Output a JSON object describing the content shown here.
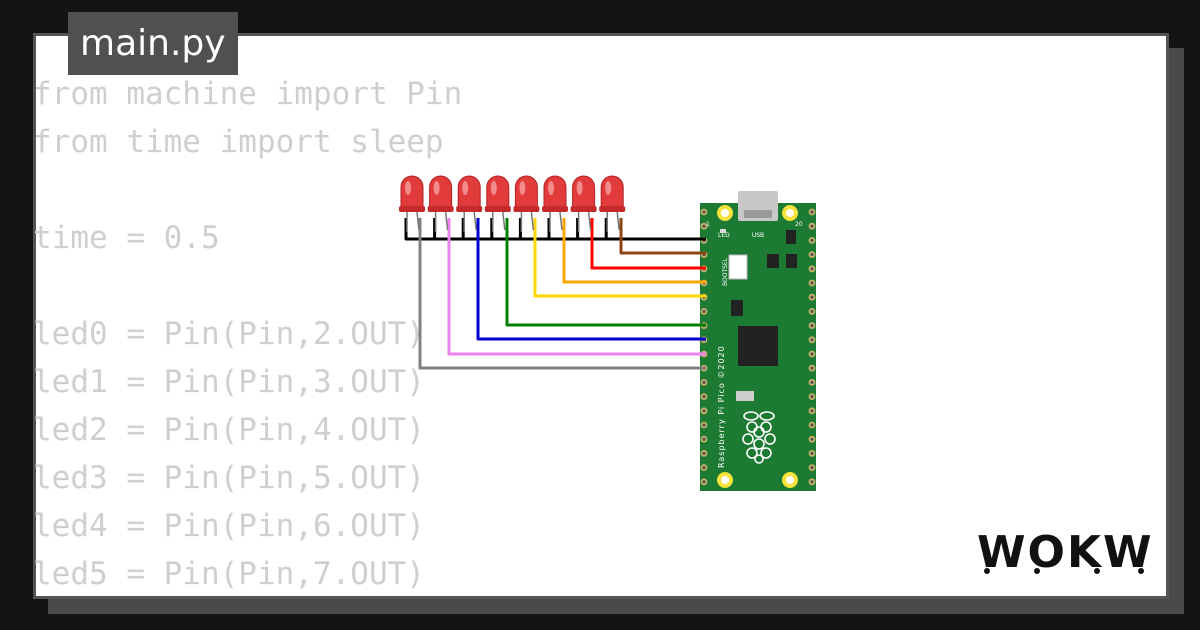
{
  "editor": {
    "filename": "main.py",
    "code_lines": [
      "from machine import Pin",
      "from time import sleep",
      "",
      "time = 0.5",
      "",
      "led0 = Pin(Pin,2.OUT)",
      "led1 = Pin(Pin,3.OUT)",
      "led2 = Pin(Pin,4.OUT)",
      "led3 = Pin(Pin,5.OUT)",
      "led4 = Pin(Pin,6.OUT)",
      "led5 = Pin(Pin,7.OUT)"
    ]
  },
  "board": {
    "name": "Raspberry Pi Pico",
    "silkscreen": "Raspberry Pi Pico ©2020",
    "usb_label": "USB",
    "led_label": "LED",
    "bootsel_label": "BOOTSEL",
    "pin1_label": "1",
    "pin20_label": "20",
    "color": "#1d7a33"
  },
  "leds": {
    "count": 8,
    "color": "#e23b3b"
  },
  "wire_colors": [
    "#000000",
    "#8b4513",
    "#ff0000",
    "#ffa500",
    "#ffd700",
    "#008000",
    "#0000cd",
    "#ee82ee",
    "#808080"
  ],
  "logo": {
    "text": "WOKWi",
    "alt": "WOKWI"
  }
}
